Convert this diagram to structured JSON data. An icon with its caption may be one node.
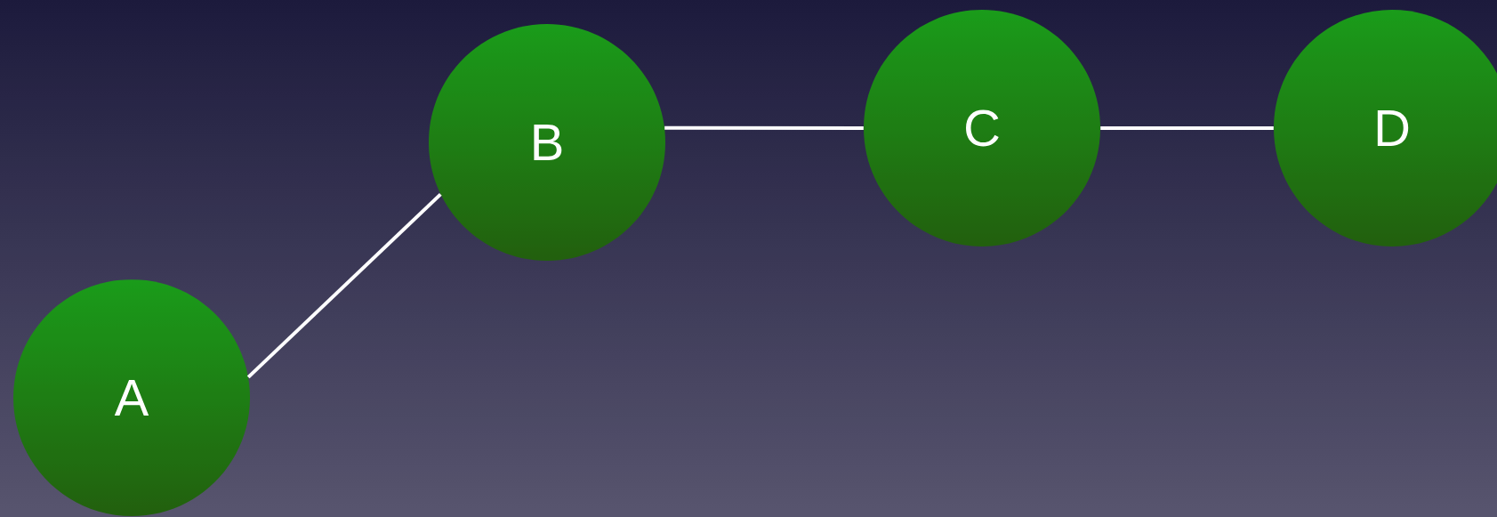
{
  "diagram": {
    "nodes": [
      {
        "text": [
          "A"
        ]
      },
      {
        "text": [
          "B"
        ]
      },
      {
        "text": [
          "C"
        ]
      },
      {
        "text": [
          "D"
        ]
      }
    ],
    "edges": [
      {
        "from": 0,
        "to": 1,
        "arrow": "none"
      },
      {
        "from": 1,
        "to": 2,
        "arrow": "none"
      },
      {
        "from": 2,
        "to": 3,
        "arrow": "none"
      }
    ]
  }
}
